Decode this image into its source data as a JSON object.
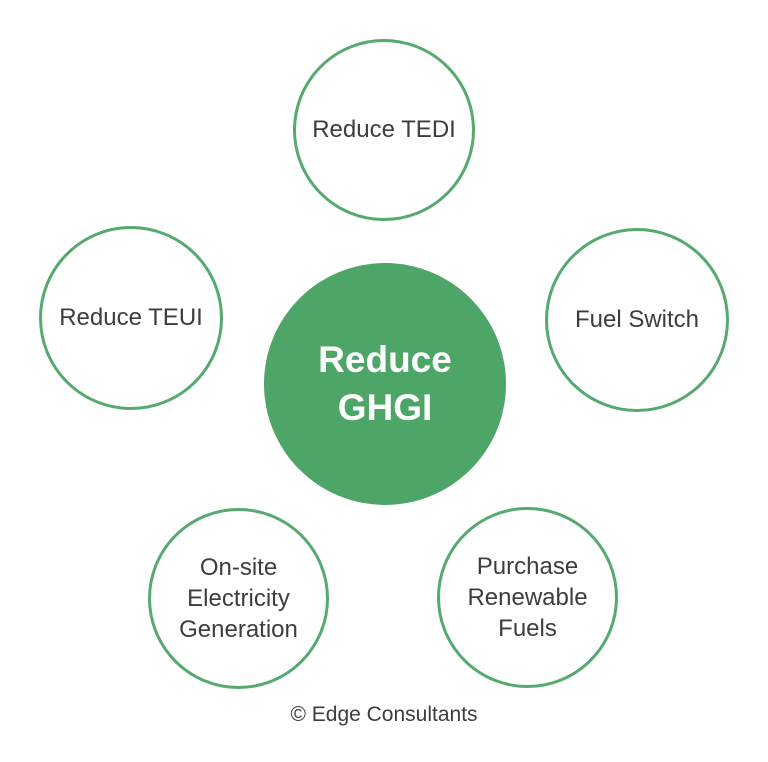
{
  "diagram": {
    "center": {
      "label": "Reduce\nGHGI"
    },
    "nodes": {
      "top": {
        "label": "Reduce TEDI"
      },
      "left": {
        "label": "Reduce TEUI"
      },
      "right": {
        "label": "Fuel Switch"
      },
      "bottom_left": {
        "label": "On-site\nElectricity\nGeneration"
      },
      "bottom_right": {
        "label": "Purchase\nRenewable\nFuels"
      }
    },
    "colors": {
      "center_fill": "#4DA567",
      "circle_stroke": "#56A96F",
      "label_text": "#3D3D3D",
      "center_text": "#FFFFFF",
      "background": "#FFFFFF"
    }
  },
  "footer": {
    "credit": "© Edge Consultants"
  }
}
